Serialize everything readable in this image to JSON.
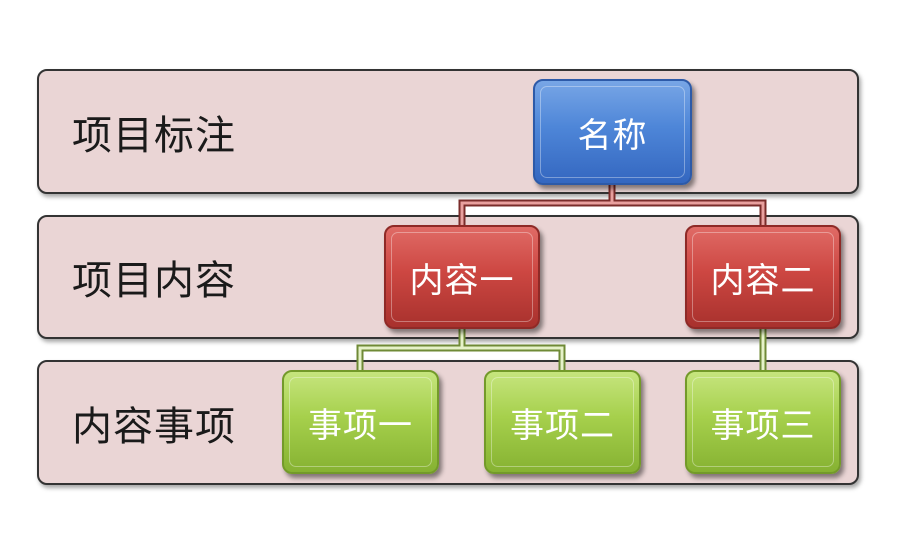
{
  "rows": [
    {
      "label": "项目标注"
    },
    {
      "label": "项目内容"
    },
    {
      "label": "内容事项"
    }
  ],
  "nodes": {
    "root": "名称",
    "content": [
      "内容一",
      "内容二"
    ],
    "items": [
      "事项一",
      "事项二",
      "事项三"
    ]
  },
  "colors": {
    "band_fill": "#ead5d5",
    "root_fill": "#4e86d8",
    "content_fill": "#cd4742",
    "item_fill": "#a6d04c",
    "connector_red": "#c0504d",
    "connector_green": "#9bbb59"
  }
}
